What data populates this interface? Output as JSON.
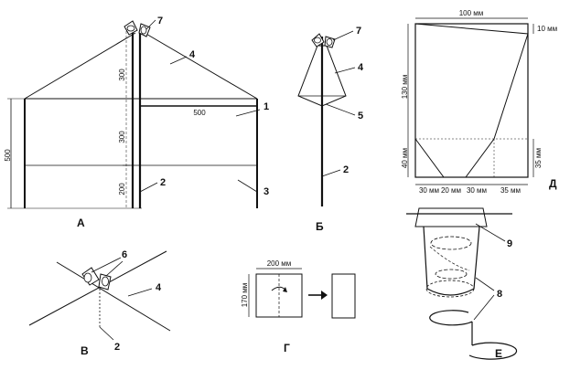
{
  "panels": {
    "a": "А",
    "b": "Б",
    "v": "В",
    "g": "Г",
    "d": "Д",
    "e": "Е"
  },
  "numbers": {
    "n1": "1",
    "n2": "2",
    "n3": "3",
    "n4": "4",
    "n5": "5",
    "n6": "6",
    "n7": "7",
    "n8": "8",
    "n9": "9"
  },
  "dims": {
    "a_500_side": "500",
    "a_300_top": "300",
    "a_300_mid": "300",
    "a_200_bot": "200",
    "a_500_top": "500",
    "g_200": "200 мм",
    "g_170": "170 мм",
    "d_100": "100 мм",
    "d_10": "10 мм",
    "d_130": "130 мм",
    "d_40": "40 мм",
    "d_35v": "35 мм",
    "d_30a": "30 мм",
    "d_20": "20 мм",
    "d_30b": "30 мм",
    "d_35h": "35 мм"
  }
}
